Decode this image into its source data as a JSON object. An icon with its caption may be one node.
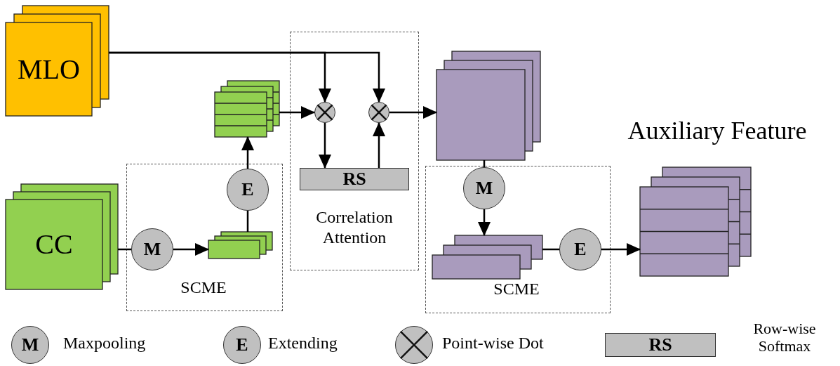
{
  "diagram": {
    "nodes": [
      {
        "text": [
          "MLO"
        ]
      },
      {
        "text": [
          "CC"
        ]
      },
      {
        "text": [
          "SCME"
        ]
      },
      {
        "text": [
          "M"
        ],
        "in": 2
      },
      {
        "text": [],
        "shape": "box",
        "in": 2
      },
      {
        "text": [
          "E"
        ],
        "in": 2
      },
      {
        "text": [],
        "shape": "box"
      },
      {
        "text": [
          "Correlation Attention"
        ]
      },
      {
        "text": [],
        "shape": "circle",
        "in": 7
      },
      {
        "text": [],
        "shape": "circle",
        "in": 7
      },
      {
        "text": [
          "RS"
        ],
        "in": 7
      },
      {
        "text": [],
        "shape": "box"
      },
      {
        "text": [
          "SCME"
        ]
      },
      {
        "text": [
          "M"
        ],
        "in": 12
      },
      {
        "text": [],
        "shape": "box",
        "in": 12
      },
      {
        "text": [
          "E"
        ],
        "in": 12
      },
      {
        "text": [],
        "shape": "box",
        "beside": [
          "Auxiliary Feature"
        ]
      }
    ],
    "edges": [
      {
        "from": 0,
        "to": 8,
        "arrow": "to"
      },
      {
        "from": 0,
        "to": 9,
        "arrow": "to"
      },
      {
        "from": 6,
        "to": 8,
        "arrow": "to"
      },
      {
        "from": 8,
        "to": 10,
        "arrow": "to"
      },
      {
        "from": 10,
        "to": 9,
        "arrow": "to"
      },
      {
        "from": 9,
        "to": 11,
        "arrow": "to"
      },
      {
        "from": 11,
        "to": 13,
        "arrow": "none"
      },
      {
        "from": 13,
        "to": 14,
        "arrow": "to"
      },
      {
        "from": 14,
        "to": 15,
        "arrow": "none"
      },
      {
        "from": 15,
        "to": 16,
        "arrow": "to"
      },
      {
        "from": 1,
        "to": 3,
        "arrow": "none"
      },
      {
        "from": 3,
        "to": 4,
        "arrow": "to"
      },
      {
        "from": 4,
        "to": 5,
        "arrow": "none"
      },
      {
        "from": 5,
        "to": 6,
        "arrow": "to"
      }
    ],
    "labels": [
      "M",
      "E",
      "RS"
    ],
    "legend": [
      {
        "text": "Maxpooling"
      },
      {
        "text": "Extending"
      },
      {
        "text": "Point-wise Dot"
      },
      {
        "text": "Row-wise Softmax"
      }
    ]
  }
}
